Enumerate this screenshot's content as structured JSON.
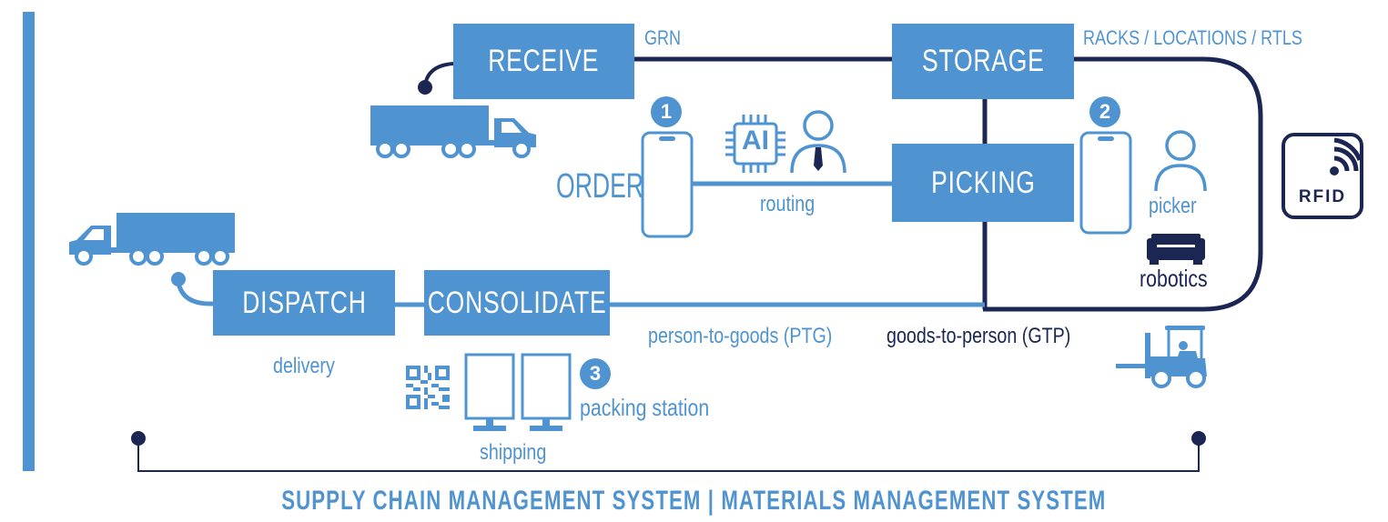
{
  "colors": {
    "accent": "#4f94d1",
    "navy": "#1b2653"
  },
  "boxes": {
    "receive": "RECEIVE",
    "storage": "STORAGE",
    "picking": "PICKING",
    "dispatch": "DISPATCH",
    "consolidate": "CONSOLIDATE"
  },
  "labels": {
    "grn": "GRN",
    "racks": "RACKS / LOCATIONS / RTLS",
    "order": "ORDER",
    "routing": "routing",
    "picker": "picker",
    "robotics": "robotics",
    "delivery": "delivery",
    "ptg": "person-to-goods (PTG)",
    "gtp": "goods-to-person (GTP)",
    "packing_station": "packing station",
    "shipping": "shipping",
    "ai_chip": "AI",
    "rfid": "RFID"
  },
  "steps": [
    "1",
    "2",
    "3"
  ],
  "footer": "SUPPLY CHAIN MANAGEMENT SYSTEM | MATERIALS MANAGEMENT SYSTEM",
  "icons": [
    "truck-icon",
    "smartphone-icon",
    "ai-chip-icon",
    "person-icon",
    "rfid-icon",
    "robot-icon",
    "forklift-icon",
    "qr-code-icon",
    "monitor-icon"
  ]
}
